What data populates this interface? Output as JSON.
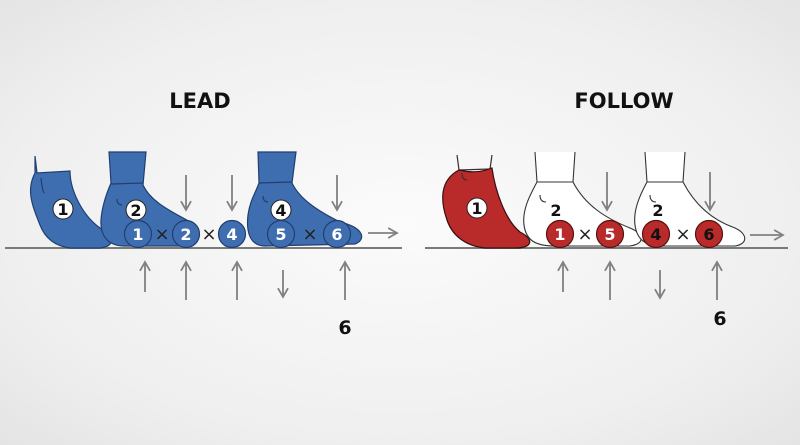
{
  "colors": {
    "lead": "#3f6eb0",
    "follow": "#b92b2b",
    "arrow": "#808080",
    "ground": "#7a7a7a"
  },
  "lead": {
    "title": "LEAD",
    "foot_labels": [
      "1",
      "2",
      "4"
    ],
    "contact_points": [
      "1",
      "2",
      "4",
      "5",
      "6"
    ],
    "separators": [
      "×",
      "×",
      "×"
    ],
    "bottom_label": "6"
  },
  "follow": {
    "title": "FOLLOW",
    "foot_labels": [
      "1",
      "2",
      "2"
    ],
    "contact_points": [
      "1",
      "5",
      "4",
      "6"
    ],
    "separators": [
      "×",
      "×"
    ],
    "bottom_label": "6"
  }
}
